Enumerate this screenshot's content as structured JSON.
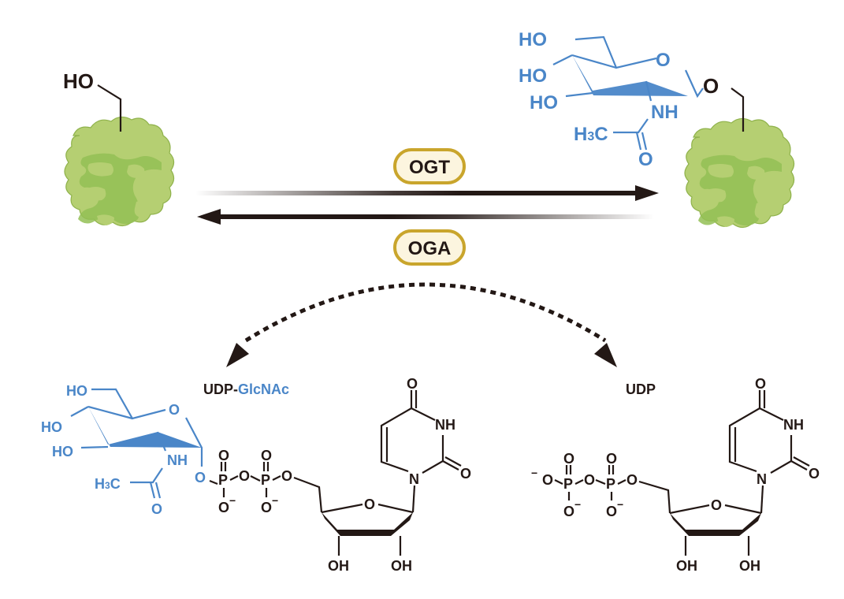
{
  "colors": {
    "glcnac_blue": "#4a86c8",
    "ink": "#231815",
    "protein_light": "#b5cf72",
    "protein_dark": "#93bf55",
    "enzyme_border": "#c9a52c",
    "enzyme_fill": "#fcf5df"
  },
  "protein_left": {
    "hydroxyl_label": "HO"
  },
  "protein_right": {
    "glcnac": {
      "c6_oh": "HO",
      "c4_oh": "HO",
      "c3_oh": "HO",
      "ring_o": "O",
      "nh": "NH",
      "methyl": "H3C",
      "methyl_main": "H",
      "methyl_sub": "3",
      "methyl_c": "C",
      "carbonyl_o": "O"
    },
    "linkage_o": "O"
  },
  "enzymes": {
    "forward": "OGT",
    "reverse": "OGA"
  },
  "udp_glcnac": {
    "title_prefix": "UDP-",
    "title_suffix": "GlcNAc",
    "sugar": {
      "c6_oh": "HO",
      "c4_oh": "HO",
      "c3_oh": "HO",
      "ring_o": "O",
      "nh": "NH",
      "methyl_main": "H",
      "methyl_sub": "3",
      "methyl_c": "C",
      "carbonyl_o": "O",
      "anomeric_o": "O"
    },
    "phosphates": [
      "P",
      "P"
    ],
    "bridge_o": "O",
    "ester_o": "O",
    "p_double_o": "O",
    "p_minus_o": "O",
    "minus": "−",
    "ribose": {
      "ring_o": "O",
      "oh2": "OH",
      "oh3": "OH"
    },
    "uracil": {
      "n1": "N",
      "nh3": "NH",
      "o2": "O",
      "o4": "O"
    }
  },
  "udp": {
    "title": "UDP",
    "terminal_o": "O",
    "minus": "−",
    "phosphates": [
      "P",
      "P"
    ],
    "bridge_o": "O",
    "ester_o": "O",
    "p_double_o": "O",
    "p_minus_o": "O",
    "ribose": {
      "ring_o": "O",
      "oh2": "OH",
      "oh3": "OH"
    },
    "uracil": {
      "n1": "N",
      "nh3": "NH",
      "o2": "O",
      "o4": "O"
    }
  }
}
